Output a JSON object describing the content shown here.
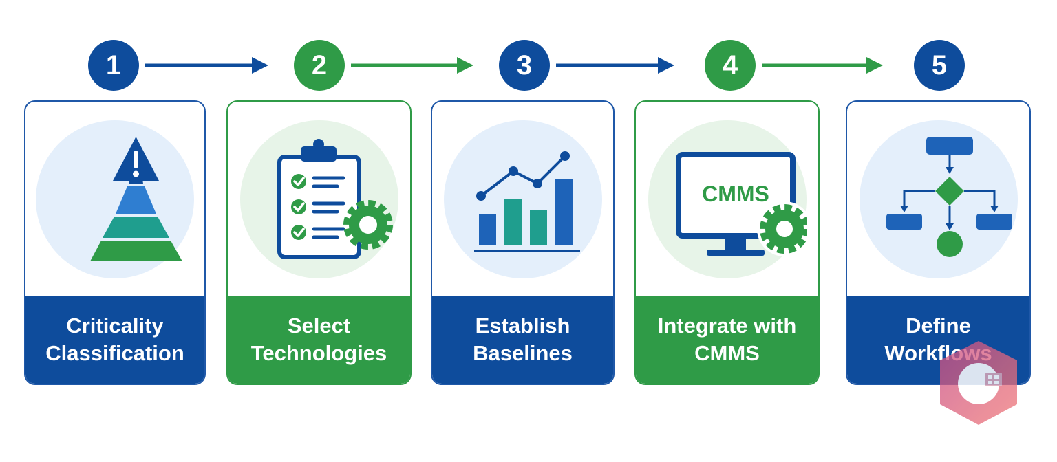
{
  "colors": {
    "blue": "#0e4c9c",
    "green": "#2f9b47",
    "blue_light": "#e4effb",
    "green_light": "#e7f4e8"
  },
  "steps": [
    {
      "number": "1",
      "title_lines": [
        "Criticality",
        "Classification"
      ],
      "color": "blue",
      "icon": "warning-pyramid-icon"
    },
    {
      "number": "2",
      "title_lines": [
        "Select",
        "Technologies"
      ],
      "color": "green",
      "icon": "checklist-gear-icon"
    },
    {
      "number": "3",
      "title_lines": [
        "Establish",
        "Baselines"
      ],
      "color": "blue",
      "icon": "bar-line-chart-icon"
    },
    {
      "number": "4",
      "title_lines": [
        "Integrate with",
        "CMMS"
      ],
      "color": "green",
      "icon": "monitor-gear-icon",
      "screen_text": "CMMS"
    },
    {
      "number": "5",
      "title_lines": [
        "Define",
        "Workflows"
      ],
      "color": "blue",
      "icon": "flowchart-icon"
    }
  ]
}
